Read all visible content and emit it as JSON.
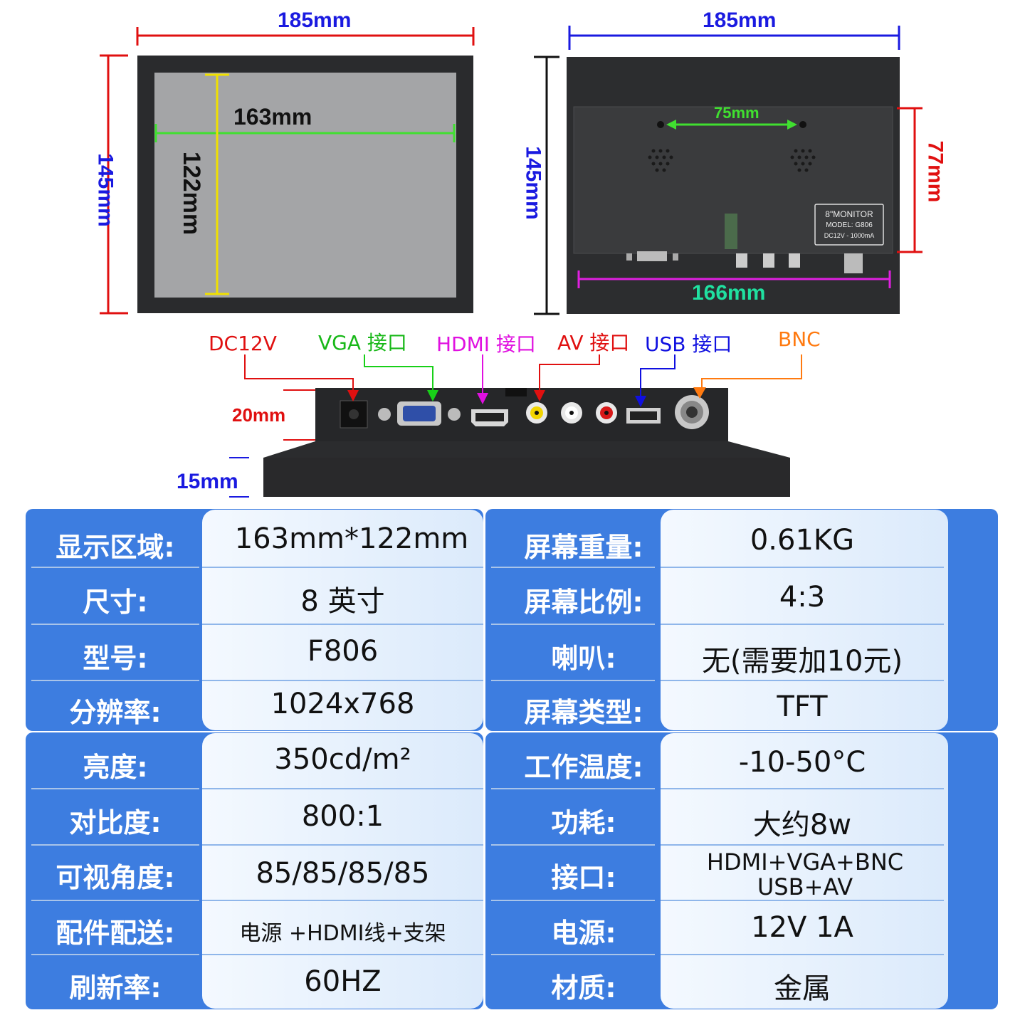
{
  "front_view": {
    "width_label": "185mm",
    "height_label": "145mm",
    "screen_width_label": "163mm",
    "screen_height_label": "122mm"
  },
  "back_view": {
    "width_label": "185mm",
    "height_label": "145mm",
    "mount_label": "75mm",
    "panel_height_label": "77mm",
    "panel_width_label": "166mm",
    "nameplate": {
      "line1": "8\"MONITOR",
      "line2": "MODEL:  G806",
      "line3": "DC12V - 1000mA"
    }
  },
  "side_view": {
    "ports": [
      {
        "label": "DC12V",
        "color": "#e01010"
      },
      {
        "label": "VGA 接口",
        "color": "#18b818"
      },
      {
        "label": "HDMI 接口",
        "color": "#e010e0"
      },
      {
        "label": "AV 接口",
        "color": "#e01010"
      },
      {
        "label": "USB 接口",
        "color": "#1010e0"
      },
      {
        "label": "BNC",
        "color": "#ff7a10"
      }
    ],
    "depth_label": "20mm",
    "base_label": "15mm"
  },
  "colors": {
    "blue_dim": "#1a1ae0",
    "red_dim": "#e01010",
    "yellow_dim": "#f0e000",
    "green_dim": "#40e030",
    "teal_dim": "#20e0a0",
    "magenta_dim": "#e020e0",
    "panel_blue": "#3d7de0"
  },
  "specs": {
    "block1": {
      "left": [
        {
          "label": "显示区域:",
          "value": "163mm*122mm"
        },
        {
          "label": "尺寸:",
          "value": "8 英寸"
        },
        {
          "label": "型号:",
          "value": "F806"
        },
        {
          "label": "分辨率:",
          "value": "1024x768"
        }
      ],
      "right": [
        {
          "label": "屏幕重量:",
          "value": "0.61KG"
        },
        {
          "label": "屏幕比例:",
          "value": "4:3"
        },
        {
          "label": "喇叭:",
          "value": "无(需要加10元)"
        },
        {
          "label": "屏幕类型:",
          "value": "TFT"
        }
      ]
    },
    "block2": {
      "left": [
        {
          "label": "亮度:",
          "value": "350cd/m²"
        },
        {
          "label": "对比度:",
          "value": "800:1"
        },
        {
          "label": "可视角度:",
          "value": "85/85/85/85"
        },
        {
          "label": "配件配送:",
          "value": "电源 +HDMI线+支架"
        },
        {
          "label": "刷新率:",
          "value": "60HZ"
        }
      ],
      "right": [
        {
          "label": "工作温度:",
          "value": "-10-50°C"
        },
        {
          "label": "功耗:",
          "value": "大约8w"
        },
        {
          "label": "接口:",
          "value": "HDMI+VGA+BNC",
          "value2": "USB+AV"
        },
        {
          "label": "电源:",
          "value": "12V 1A"
        },
        {
          "label": "材质:",
          "value": "金属"
        }
      ]
    }
  }
}
